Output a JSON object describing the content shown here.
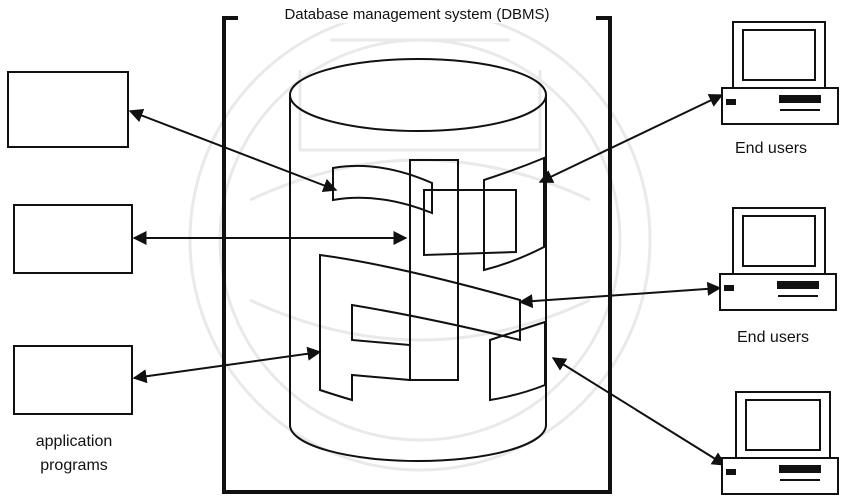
{
  "dbms": {
    "title": "Database  management  system (DBMS)"
  },
  "users": [
    {
      "label": "End users"
    },
    {
      "label": "End users"
    }
  ],
  "applications": {
    "label_line1": "application",
    "label_line2": "programs"
  },
  "colors": {
    "ink": "#111111",
    "background": "#ffffff"
  },
  "icons": [
    "computer-icon",
    "application-program-box-icon",
    "database-cylinder-icon"
  ]
}
